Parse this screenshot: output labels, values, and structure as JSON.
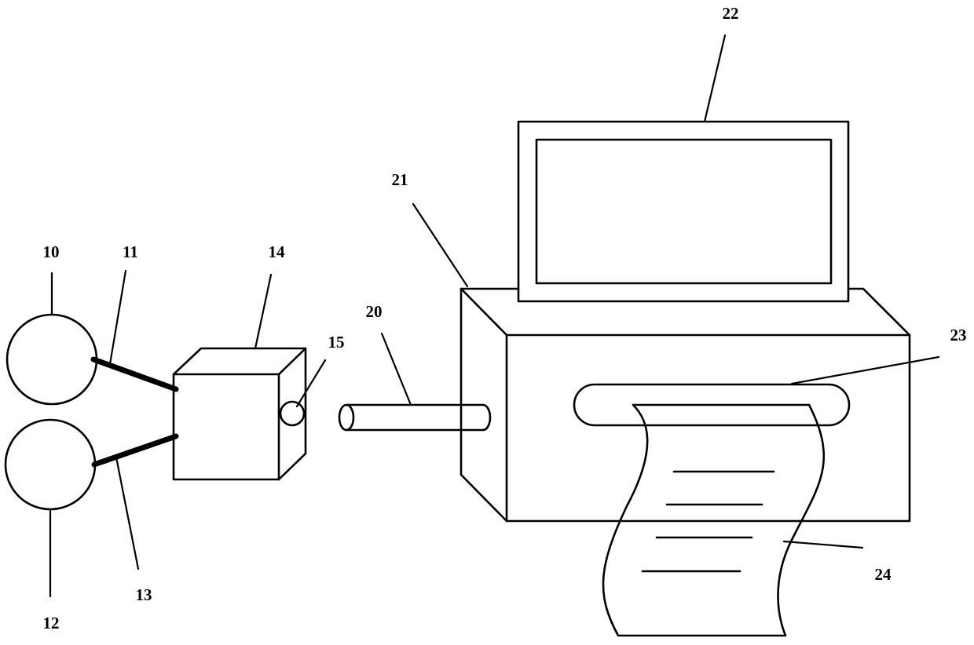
{
  "labels": {
    "l10": "10",
    "l11": "11",
    "l12": "12",
    "l13": "13",
    "l14": "14",
    "l15": "15",
    "l20": "20",
    "l21": "21",
    "l22": "22",
    "l23": "23",
    "l24": "24"
  }
}
